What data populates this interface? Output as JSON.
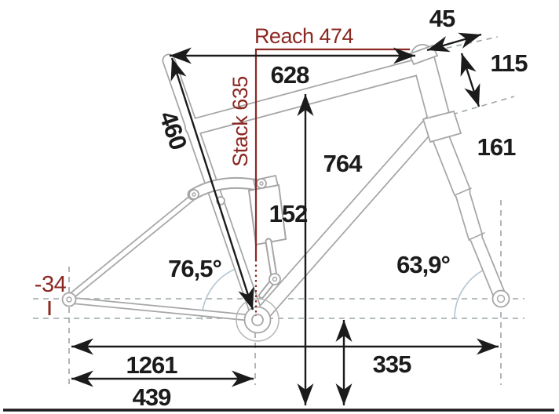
{
  "diagram": {
    "type": "bicycle-frame-geometry",
    "colors": {
      "accent_red": "#8C2822",
      "measure_black": "#1B1B1B",
      "frame_gray": "#A6A6A6",
      "frame_gray_light": "#B9B9B9",
      "reference_dash_gray": "#9BA5A9",
      "angle_arc_blue": "#B7C7D2",
      "background": "#FFFFFF"
    },
    "labels": {
      "reach": "Reach 474",
      "stack": "Stack 635",
      "top_tube_horizontal": "628",
      "seat_tube_length": "460",
      "head_tube_extension": "45",
      "head_tube_length": "115",
      "fork_measurement": "161",
      "shock_measurement": "152",
      "standover_height": "764",
      "seat_tube_angle": "76,5°",
      "head_tube_angle": "63,9°",
      "bb_drop": "-34",
      "wheelbase": "1261",
      "chainstay": "439",
      "bb_height": "335"
    }
  }
}
